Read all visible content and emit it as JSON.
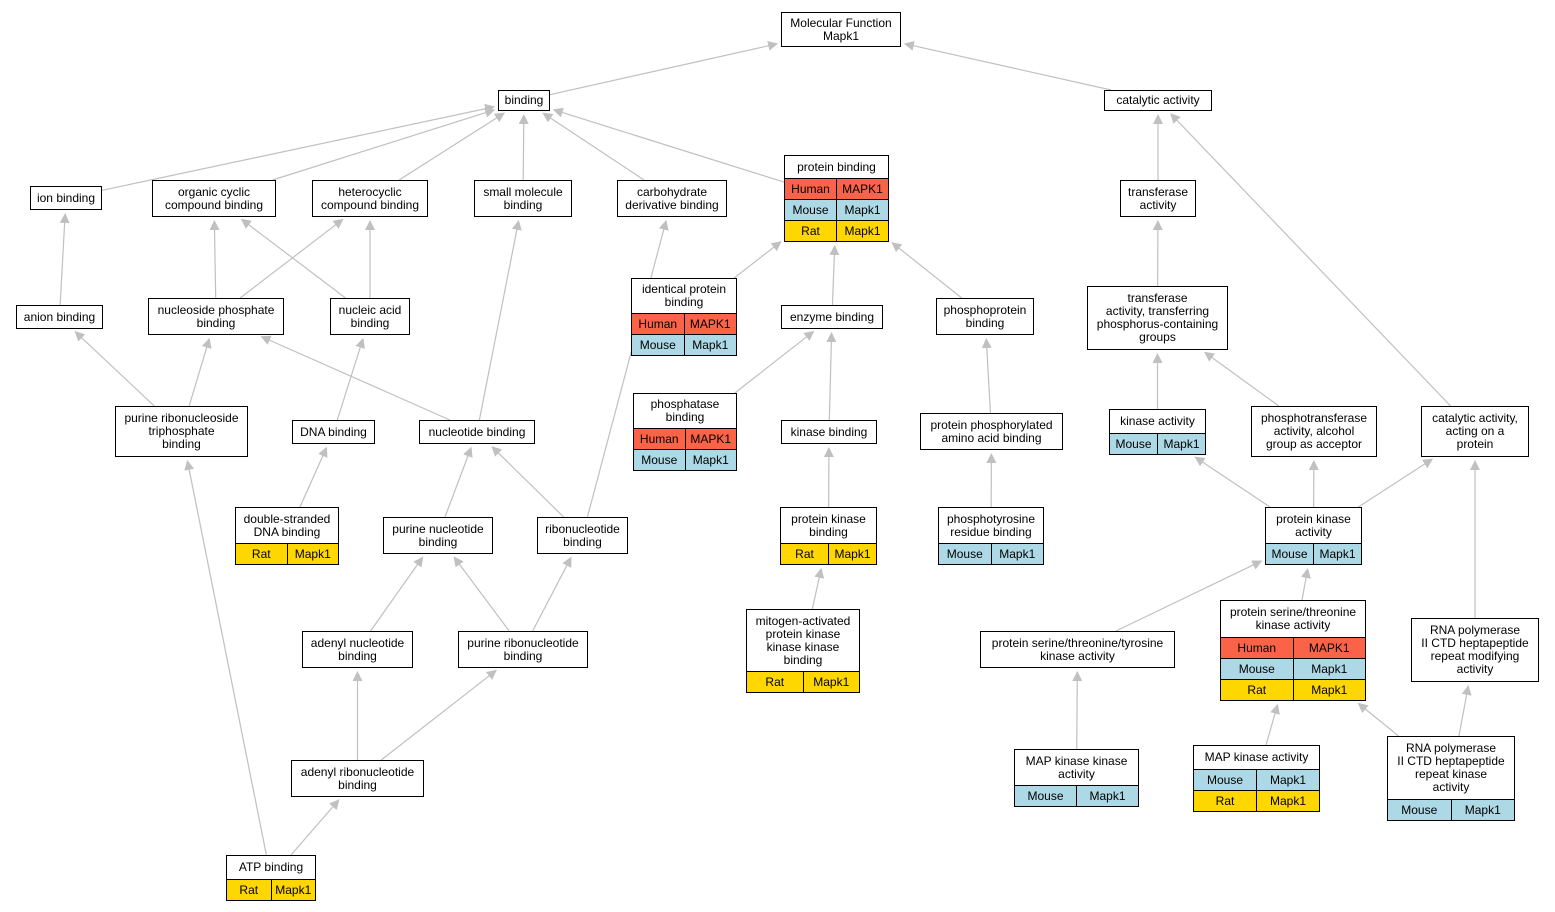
{
  "nodes": [
    {
      "id": "mf",
      "title": "Molecular Function\nMapk1",
      "rows": []
    },
    {
      "id": "binding",
      "title": "binding",
      "rows": []
    },
    {
      "id": "catalytic",
      "title": "catalytic activity",
      "rows": []
    },
    {
      "id": "ion",
      "title": "ion binding",
      "rows": []
    },
    {
      "id": "occ",
      "title": "organic cyclic\ncompound binding",
      "rows": []
    },
    {
      "id": "hcc",
      "title": "heterocyclic\ncompound binding",
      "rows": []
    },
    {
      "id": "smb",
      "title": "small molecule\nbinding",
      "rows": []
    },
    {
      "id": "cdb",
      "title": "carbohydrate\nderivative binding",
      "rows": []
    },
    {
      "id": "pb",
      "title": "protein binding",
      "rows": [
        [
          "Human",
          "MAPK1"
        ],
        [
          "Mouse",
          "Mapk1"
        ],
        [
          "Rat",
          "Mapk1"
        ]
      ]
    },
    {
      "id": "ta",
      "title": "transferase\nactivity",
      "rows": []
    },
    {
      "id": "ipb",
      "title": "identical protein\nbinding",
      "rows": [
        [
          "Human",
          "MAPK1"
        ],
        [
          "Mouse",
          "Mapk1"
        ]
      ]
    },
    {
      "id": "anion",
      "title": "anion binding",
      "rows": []
    },
    {
      "id": "npb",
      "title": "nucleoside phosphate\nbinding",
      "rows": []
    },
    {
      "id": "nab",
      "title": "nucleic acid\nbinding",
      "rows": []
    },
    {
      "id": "eb",
      "title": "enzyme binding",
      "rows": []
    },
    {
      "id": "ppb",
      "title": "phosphoprotein\nbinding",
      "rows": []
    },
    {
      "id": "tatp",
      "title": "transferase\nactivity, transferring\nphosphorus-containing\ngroups",
      "rows": []
    },
    {
      "id": "phb",
      "title": "phosphatase\nbinding",
      "rows": [
        [
          "Human",
          "MAPK1"
        ],
        [
          "Mouse",
          "Mapk1"
        ]
      ]
    },
    {
      "id": "prtb",
      "title": "purine ribonucleoside\ntriphosphate\nbinding",
      "rows": []
    },
    {
      "id": "dnab",
      "title": "DNA binding",
      "rows": []
    },
    {
      "id": "ntb",
      "title": "nucleotide binding",
      "rows": []
    },
    {
      "id": "kb",
      "title": "kinase binding",
      "rows": []
    },
    {
      "id": "ppab",
      "title": "protein phosphorylated\namino acid binding",
      "rows": []
    },
    {
      "id": "ka",
      "title": "kinase activity",
      "rows": [
        [
          "Mouse",
          "Mapk1"
        ]
      ]
    },
    {
      "id": "ptaa",
      "title": "phosphotransferase\nactivity, alcohol\ngroup as acceptor",
      "rows": []
    },
    {
      "id": "caap",
      "title": "catalytic activity,\nacting on a\nprotein",
      "rows": []
    },
    {
      "id": "dsdna",
      "title": "double-stranded\nDNA binding",
      "rows": [
        [
          "Rat",
          "Mapk1"
        ]
      ]
    },
    {
      "id": "pnb",
      "title": "purine nucleotide\nbinding",
      "rows": []
    },
    {
      "id": "rnb",
      "title": "ribonucleotide\nbinding",
      "rows": []
    },
    {
      "id": "pkb",
      "title": "protein kinase\nbinding",
      "rows": [
        [
          "Rat",
          "Mapk1"
        ]
      ]
    },
    {
      "id": "ptyrb",
      "title": "phosphotyrosine\nresidue binding",
      "rows": [
        [
          "Mouse",
          "Mapk1"
        ]
      ]
    },
    {
      "id": "pka",
      "title": "protein kinase\nactivity",
      "rows": [
        [
          "Mouse",
          "Mapk1"
        ]
      ]
    },
    {
      "id": "mapkkk",
      "title": "mitogen-activated\nprotein kinase\nkinase kinase\nbinding",
      "rows": [
        [
          "Rat",
          "Mapk1"
        ]
      ]
    },
    {
      "id": "anb",
      "title": "adenyl nucleotide\nbinding",
      "rows": []
    },
    {
      "id": "prnb",
      "title": "purine ribonucleotide\nbinding",
      "rows": []
    },
    {
      "id": "pstyka",
      "title": "protein serine/threonine/tyrosine\nkinase activity",
      "rows": []
    },
    {
      "id": "pstka",
      "title": "protein serine/threonine\nkinase activity",
      "rows": [
        [
          "Human",
          "MAPK1"
        ],
        [
          "Mouse",
          "Mapk1"
        ],
        [
          "Rat",
          "Mapk1"
        ]
      ]
    },
    {
      "id": "rnapm",
      "title": "RNA polymerase\nII CTD heptapeptide\nrepeat modifying\nactivity",
      "rows": []
    },
    {
      "id": "arnb",
      "title": "adenyl ribonucleotide\nbinding",
      "rows": []
    },
    {
      "id": "mapkka",
      "title": "MAP kinase kinase\nactivity",
      "rows": [
        [
          "Mouse",
          "Mapk1"
        ]
      ]
    },
    {
      "id": "mapka",
      "title": "MAP kinase activity",
      "rows": [
        [
          "Mouse",
          "Mapk1"
        ],
        [
          "Rat",
          "Mapk1"
        ]
      ]
    },
    {
      "id": "rnapk",
      "title": "RNA polymerase\nII CTD heptapeptide\nrepeat kinase\nactivity",
      "rows": [
        [
          "Mouse",
          "Mapk1"
        ]
      ]
    },
    {
      "id": "atp",
      "title": "ATP binding",
      "rows": [
        [
          "Rat",
          "Mapk1"
        ]
      ]
    }
  ],
  "edges": [
    [
      "binding",
      "mf"
    ],
    [
      "catalytic",
      "mf"
    ],
    [
      "ion",
      "binding"
    ],
    [
      "occ",
      "binding"
    ],
    [
      "hcc",
      "binding"
    ],
    [
      "smb",
      "binding"
    ],
    [
      "cdb",
      "binding"
    ],
    [
      "pb",
      "binding"
    ],
    [
      "ta",
      "catalytic"
    ],
    [
      "caap",
      "catalytic"
    ],
    [
      "anion",
      "ion"
    ],
    [
      "npb",
      "occ"
    ],
    [
      "npb",
      "hcc"
    ],
    [
      "nab",
      "occ"
    ],
    [
      "nab",
      "hcc"
    ],
    [
      "ipb",
      "pb"
    ],
    [
      "eb",
      "pb"
    ],
    [
      "ppb",
      "pb"
    ],
    [
      "phb",
      "eb"
    ],
    [
      "kb",
      "eb"
    ],
    [
      "pkb",
      "kb"
    ],
    [
      "mapkkk",
      "pkb"
    ],
    [
      "ppab",
      "ppb"
    ],
    [
      "ptyrb",
      "ppab"
    ],
    [
      "tatp",
      "ta"
    ],
    [
      "ka",
      "tatp"
    ],
    [
      "ptaa",
      "tatp"
    ],
    [
      "pka",
      "ka"
    ],
    [
      "pka",
      "ptaa"
    ],
    [
      "pka",
      "caap"
    ],
    [
      "pstyka",
      "pka"
    ],
    [
      "pstka",
      "pka"
    ],
    [
      "mapkka",
      "pstyka"
    ],
    [
      "mapka",
      "pstka"
    ],
    [
      "rnapk",
      "pstka"
    ],
    [
      "rnapk",
      "rnapm"
    ],
    [
      "rnapm",
      "caap"
    ],
    [
      "prtb",
      "anion"
    ],
    [
      "prtb",
      "npb"
    ],
    [
      "ntb",
      "npb"
    ],
    [
      "ntb",
      "smb"
    ],
    [
      "dnab",
      "nab"
    ],
    [
      "dsdna",
      "dnab"
    ],
    [
      "pnb",
      "ntb"
    ],
    [
      "rnb",
      "ntb"
    ],
    [
      "rnb",
      "cdb"
    ],
    [
      "anb",
      "pnb"
    ],
    [
      "prnb",
      "pnb"
    ],
    [
      "prnb",
      "rnb"
    ],
    [
      "arnb",
      "anb"
    ],
    [
      "arnb",
      "prnb"
    ],
    [
      "atp",
      "arnb"
    ],
    [
      "atp",
      "prtb"
    ]
  ],
  "colors": {
    "human": "#fa6347",
    "mouse": "#add8e6",
    "rat": "#ffd700",
    "edge": "#c0c0c0"
  }
}
